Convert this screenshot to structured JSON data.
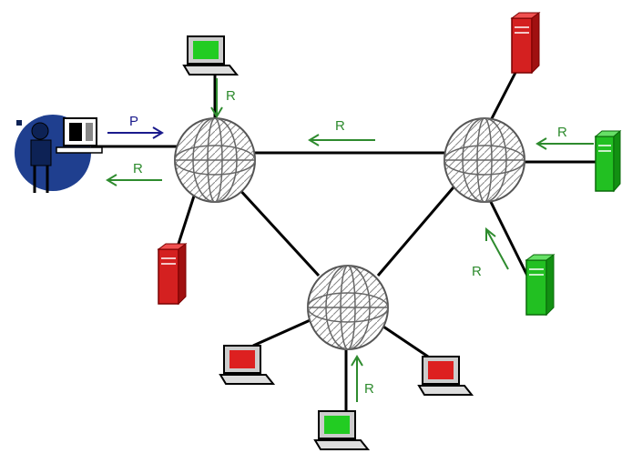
{
  "labels": {
    "p_user": "P",
    "r_user": "R",
    "r_top_pc": "R",
    "r_link_right_left": "R",
    "r_right_server": "R",
    "r_lower_right_server": "R",
    "r_bottom_pc": "R"
  },
  "colors": {
    "line": "#000000",
    "arrow_green": "#2e8b2e",
    "arrow_blue": "#1a1a8c",
    "text_green": "#2e8b2e",
    "text_blue": "#1a1a8c",
    "server_red": "#d42020",
    "server_green": "#22c022",
    "screen_green": "#22cc22",
    "screen_red": "#dd2020",
    "user_blue": "#1f3f8f"
  },
  "icons": {
    "router": "globe-router-icon",
    "server": "server-tower-icon",
    "pc": "desktop-computer-icon",
    "user": "user-at-workstation-icon"
  }
}
